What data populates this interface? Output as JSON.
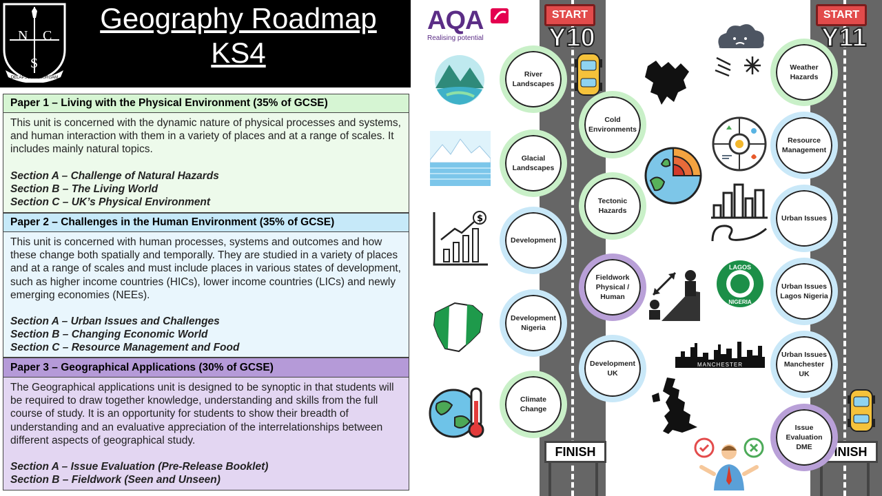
{
  "header": {
    "title_line1": "Geography Roadmap",
    "title_line2": "KS4",
    "crest": {
      "letters": [
        "N",
        "C",
        "S"
      ],
      "motto": "DELAPSUS RESURGAM"
    }
  },
  "papers": [
    {
      "heading": "Paper 1 – Living with the Physical Environment (35% of GCSE)",
      "description": "This unit is concerned with the dynamic nature of physical processes and systems, and human interaction with them in a variety of places and at a range of scales.  It includes mainly natural topics.",
      "sections": [
        "Section A – Challenge of Natural Hazards",
        "Section B – The Living World",
        "Section C – UK’s Physical Environment"
      ],
      "head_color": "#d6f5d3",
      "body_color": "#edfaeb"
    },
    {
      "heading": "Paper 2 – Challenges in the Human Environment (35% of GCSE)",
      "description": "This unit is concerned with human processes, systems and outcomes and how these change both spatially and temporally. They are studied in a variety of places and at a range of scales and must include places in various states of development, such as higher income countries (HICs), lower income countries (LICs) and newly emerging economies  (NEEs).",
      "sections": [
        "Section A – Urban Issues and Challenges",
        "Section B – Changing Economic World",
        "Section C – Resource Management and Food"
      ],
      "head_color": "#c6e9f9",
      "body_color": "#e9f6fd"
    },
    {
      "heading": "Paper 3 – Geographical Applications (30% of GCSE)",
      "description": "The Geographical applications unit is designed to be synoptic in that students will be required to draw together knowledge, understanding and skills from the full course of study. It is an opportunity for students to show their breadth of understanding and an evaluative appreciation of the interrelationships between different aspects of geographical study.",
      "sections": [
        "Section A – Issue Evaluation (Pre-Release Booklet)",
        "Section B – Fieldwork (Seen and Unseen)"
      ],
      "head_color": "#b59ad8",
      "body_color": "#e3d6f2"
    }
  ],
  "aqa": {
    "logo_text": "AQA",
    "tagline": "Realising potential",
    "brand_color": "#5b2d86",
    "accent_color": "#e4004f"
  },
  "y10": {
    "start_label": "START",
    "year_label": "Y10",
    "finish_label": "FINISH",
    "topics": [
      "River Landscapes",
      "Cold Environments",
      "Glacial Landscapes",
      "Tectonic Hazards",
      "Development",
      "Fieldwork Physical / Human",
      "Development Nigeria",
      "Development UK",
      "Climate Change"
    ]
  },
  "y11": {
    "start_label": "START",
    "year_label": "Y11",
    "finish_label": "FINISH",
    "topics": [
      "Weather Hazards",
      "Resource Management",
      "Urban Issues",
      "Urban Issues Lagos Nigeria",
      "Urban Issues Manchester UK",
      "Issue Evaluation DME"
    ]
  },
  "image_labels": {
    "lagos_badge": "LAGOS",
    "lagos_badge_sub": "NIGERIA",
    "manchester_skyline": "MANCHESTER"
  },
  "icons": [
    "mountain-lake-icon",
    "glacier-icon",
    "growth-chart-icon",
    "nigeria-map-icon",
    "climate-globe-icon",
    "storm-cloud-icon",
    "svalbard-map-icon",
    "earth-layers-icon",
    "resources-icon",
    "city-icon",
    "lagos-badge-icon",
    "fieldwork-icon",
    "manchester-skyline-icon",
    "uk-map-icon",
    "decision-person-icon",
    "car-icon"
  ]
}
